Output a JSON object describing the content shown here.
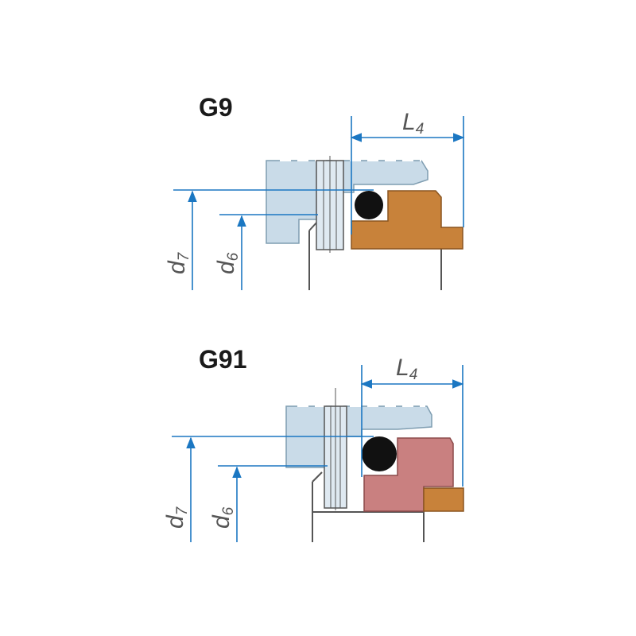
{
  "diagrams": [
    {
      "title": "G9",
      "labels": {
        "length": "L",
        "length_sub": "4",
        "outer": "d",
        "outer_sub": "7",
        "inner": "d",
        "inner_sub": "6"
      },
      "seal_color": "#c8823a"
    },
    {
      "title": "G91",
      "labels": {
        "length": "L",
        "length_sub": "4",
        "outer": "d",
        "outer_sub": "7",
        "inner": "d",
        "inner_sub": "6"
      },
      "seal_color": "#c98080",
      "insert_color": "#c8823a"
    }
  ],
  "colors": {
    "housing": "#c9dbe8",
    "housing_stroke": "#7f9db1",
    "dimension_line": "#1b77c2",
    "oring": "#111111",
    "outline": "#555555"
  }
}
